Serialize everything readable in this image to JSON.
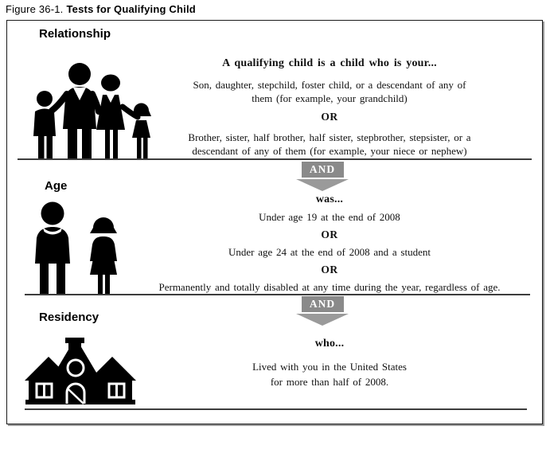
{
  "title": {
    "prefix": "Figure 36-1.",
    "main": "Tests for Qualifying Child"
  },
  "sections": {
    "relationship": {
      "heading": "Relationship",
      "lead": "A qualifying child is a child who is your...",
      "option1": "Son, daughter, stepchild, foster child, or a descendant of any of\nthem (for example, your grandchild)",
      "or": "OR",
      "option2": "Brother, sister, half brother, half sister, stepbrother, stepsister, or a\ndescendant of any of them (for example, your niece or nephew)"
    },
    "age": {
      "heading": "Age",
      "lead": "was...",
      "option1": "Under age 19 at the end of 2008",
      "or1": "OR",
      "option2": "Under age 24 at the end of 2008 and a student",
      "or2": "OR",
      "option3": "Permanently and totally disabled at any time during the year, regardless of age."
    },
    "residency": {
      "heading": "Residency",
      "lead": "who...",
      "option1": "Lived with you in the United States\nfor more than half of 2008."
    }
  },
  "connectors": {
    "and1": "AND",
    "and2": "AND"
  },
  "icons": {
    "relationship": "family-silhouette",
    "age": "teenagers-silhouette",
    "residency": "house",
    "connector": "down-arrow"
  },
  "colors": {
    "connector_gray": "#8a8a8a",
    "arrow_gray": "#9a9a9a",
    "silhouette_black": "#000000",
    "divider_gray": "#3d3d3d"
  }
}
